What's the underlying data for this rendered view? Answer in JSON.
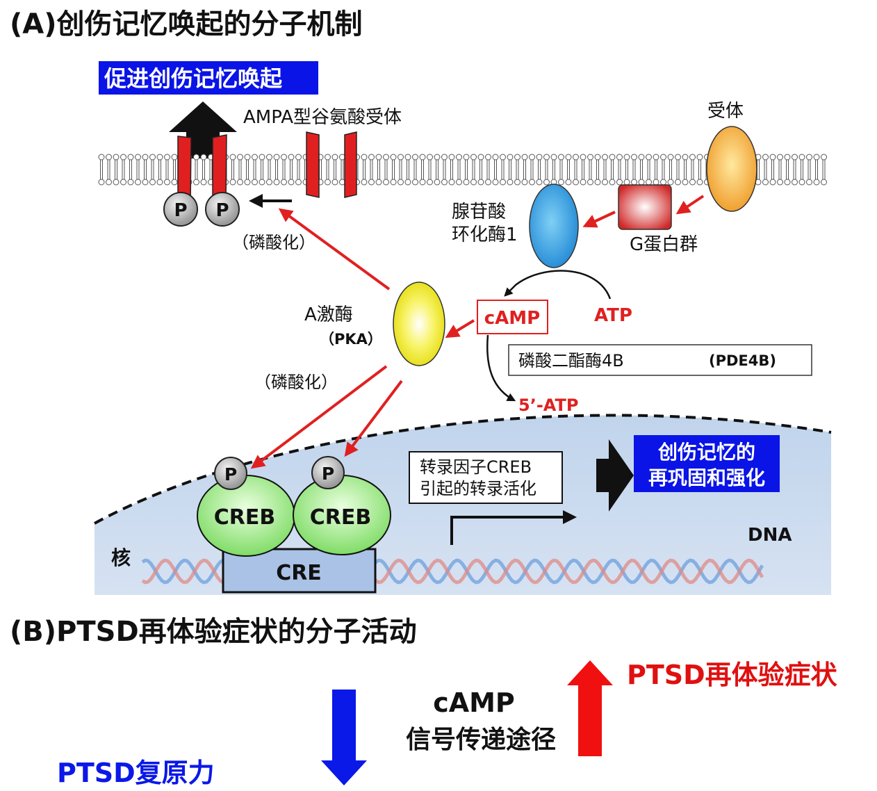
{
  "colors": {
    "red": "#e02020",
    "blue_box": "#0a14e6",
    "blue_arrow": "#0a18e8",
    "membrane": "#555555",
    "nucleus": "#c8d8ec",
    "creb": "#9ee88a",
    "cre_box": "#a9c2e6",
    "pka": "#f5f040",
    "adenylyl_cyclase": "#3aa0e0",
    "gprotein": "#d83030",
    "receptor": "#f3b24a"
  },
  "panel_a": {
    "title": "(A)创伤记忆唤起的分子机制",
    "promote_label": "促进创伤记忆唤起",
    "ampa_label": "AMPA型谷氨酸受体",
    "receptor_label": "受体",
    "ac_label_line1": "腺苷酸",
    "ac_label_line2": "环化酶1",
    "gprotein_label": "G蛋白群",
    "phosphorylation_top": "（磷酸化）",
    "pka_label": "A激酶",
    "pka_abbr": "（PKA）",
    "camp_label": "cAMP",
    "atp_label": "ATP",
    "pde_label": "磷酸二酯酶4B",
    "pde_abbr": "(PDE4B)",
    "phosphorylation_mid": "（磷酸化）",
    "five_atp": "5’-ATP",
    "p_mark": "P",
    "creb_label": "CREB",
    "cre_label": "CRE",
    "nucleus_label": "核",
    "dna_label": "DNA",
    "transcription_line1": "转录因子CREB",
    "transcription_line2": "引起的转录活化",
    "result_line1": "创伤记忆的",
    "result_line2": "再巩固和强化"
  },
  "panel_b": {
    "title": "(B)PTSD再体验症状的分子活动",
    "camp_text": "cAMP",
    "pathway_text": "信号传递途径",
    "symptom_text": "PTSD再体验症状",
    "resilience_text": "PTSD复原力"
  }
}
